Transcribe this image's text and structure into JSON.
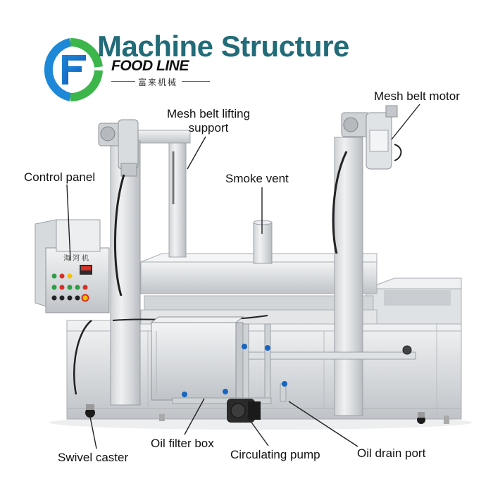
{
  "header": {
    "title": "Machine Structure",
    "brand_name": "FOOD LINE",
    "brand_chinese": "富来机械"
  },
  "labels": {
    "mesh_belt_motor": "Mesh belt motor",
    "mesh_belt_lifting_support_line1": "Mesh belt lifting",
    "mesh_belt_lifting_support_line2": "support",
    "control_panel": "Control panel",
    "smoke_vent": "Smoke vent",
    "swivel_caster": "Swivel caster",
    "oil_filter_box": "Oil filter box",
    "circulating_pump": "Circulating pump",
    "oil_drain_port": "Oil drain port"
  },
  "panel": {
    "chinese_label": "海河机"
  },
  "colors": {
    "title": "#226b78",
    "logo_blue": "#1e88d8",
    "logo_green": "#3cb54a",
    "steel_light": "#e6e8ea",
    "steel_mid": "#c9ccd0",
    "steel_dark": "#9aa0a6",
    "leader_line": "#222222",
    "button_red": "#d93025",
    "button_yellow": "#f2c200",
    "button_green": "#2e9e44"
  }
}
